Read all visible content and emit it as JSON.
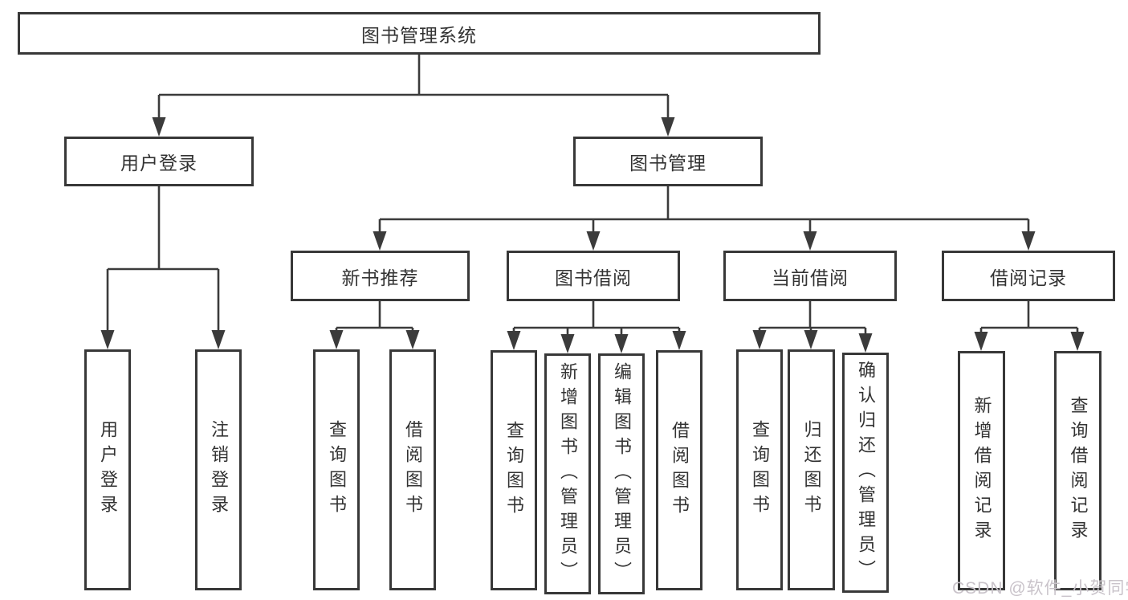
{
  "diagram": {
    "nodes": {
      "root": {
        "label": "图书管理系统"
      },
      "userLogin": {
        "label": "用户登录"
      },
      "bookManagement": {
        "label": "图书管理"
      },
      "newBookRecommend": {
        "label": "新书推荐"
      },
      "bookBorrow": {
        "label": "图书借阅"
      },
      "currentBorrow": {
        "label": "当前借阅"
      },
      "borrowRecord": {
        "label": "借阅记录"
      },
      "loginLeaf": {
        "label": "用户登录"
      },
      "logoutLeaf": {
        "label": "注销登录"
      },
      "nbQueryBook": {
        "label": "查询图书"
      },
      "nbBorrowBook": {
        "label": "借阅图书"
      },
      "bbQueryBook": {
        "label": "查询图书"
      },
      "bbAddBook": {
        "label": "新增图书（管理员）"
      },
      "bbEditBook": {
        "label": "编辑图书（管理员）"
      },
      "bbBorrowBook": {
        "label": "借阅图书"
      },
      "cbQueryBook": {
        "label": "查询图书"
      },
      "cbReturnBook": {
        "label": "归还图书"
      },
      "cbConfirmReturn": {
        "label": "确认归还（管理员）"
      },
      "brAddRecord": {
        "label": "新增借阅记录"
      },
      "brQueryRecord": {
        "label": "查询借阅记录"
      }
    },
    "hierarchy": {
      "图书管理系统": [
        "用户登录",
        "图书管理"
      ],
      "用户登录": [
        "用户登录",
        "注销登录"
      ],
      "图书管理": [
        "新书推荐",
        "图书借阅",
        "当前借阅",
        "借阅记录"
      ],
      "新书推荐": [
        "查询图书",
        "借阅图书"
      ],
      "图书借阅": [
        "查询图书",
        "新增图书（管理员）",
        "编辑图书（管理员）",
        "借阅图书"
      ],
      "当前借阅": [
        "查询图书",
        "归还图书",
        "确认归还（管理员）"
      ],
      "借阅记录": [
        "新增借阅记录",
        "查询借阅记录"
      ]
    },
    "colors": {
      "line": "#3b3b3b",
      "box_border": "#383838",
      "text": "#333333",
      "box_background": "#ffffff",
      "page_background": "#ffffff"
    }
  },
  "watermark": {
    "text": "CSDN @软件_小贺同学",
    "color": "#c9c3ca"
  }
}
